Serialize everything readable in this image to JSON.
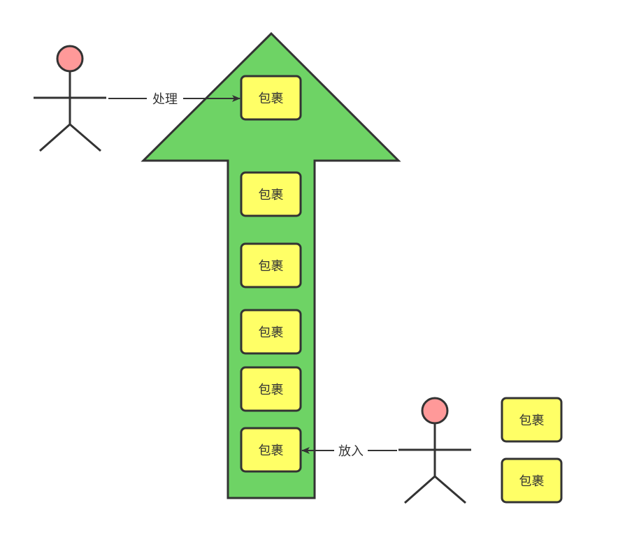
{
  "colors": {
    "arrow_fill": "#6ed365",
    "package_fill": "#ffff66",
    "head_fill": "#ff9999",
    "stroke": "#333333"
  },
  "conveyor": {
    "packages": [
      "包裹",
      "包裹",
      "包裹",
      "包裹",
      "包裹",
      "包裹"
    ]
  },
  "waiting": {
    "packages": [
      "包裹",
      "包裹"
    ]
  },
  "edges": {
    "process_label": "处理",
    "put_label": "放入"
  }
}
